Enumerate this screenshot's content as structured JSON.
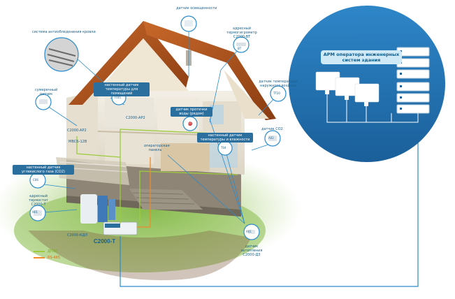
{
  "arm": {
    "title": "АРМ оператора инженерных систем здания"
  },
  "sensors": {
    "leak_sys": "система антиобледенения кровли",
    "smoke": "датчик освещенности",
    "hygro": "адресный термогигрометр С2000-ВТ",
    "outdoor_temp": "датчик температуры наружного воздуха",
    "wall_temp": "настенный датчик температуры для помещений",
    "twilight": "сумеречный датчик",
    "water_leak": "датчик протечки воды (рядом)",
    "c2000_ar2": "С2000-АР2",
    "c2000_ar2_b": "С2000-АР2",
    "mvsb": "МВСБ-12В",
    "co2_wall": "настенный датчик углекислого газа (СО2)",
    "thermo_probe": "адресный термостат С2000-Т",
    "room_panel": "операторская панель",
    "wall_humid": "настенный датчик температуры и влажности",
    "co2": "датчик СО2",
    "heat_sensor": "датчик затопления С2000-ДЗ",
    "c2000_kdl": "С2000-КДЛ"
  },
  "badges": {
    "t05": "ТТ05",
    "t20": "ТТ20",
    "hygro_v": "ВТ",
    "t05b": "ТТ05",
    "t04": "Т04",
    "h01": "Н01",
    "c06": "С06",
    "a01": "А01",
    "a02": "А02"
  },
  "controller": {
    "label": "С2000-Т"
  },
  "legend": {
    "dpls": "ДПЛС",
    "rs485": "RS-485"
  },
  "colors": {
    "dpls": "#9ccc3c",
    "rs485": "#f08a2a",
    "line": "#2a8ccc",
    "panel": "#2b6f9f"
  }
}
